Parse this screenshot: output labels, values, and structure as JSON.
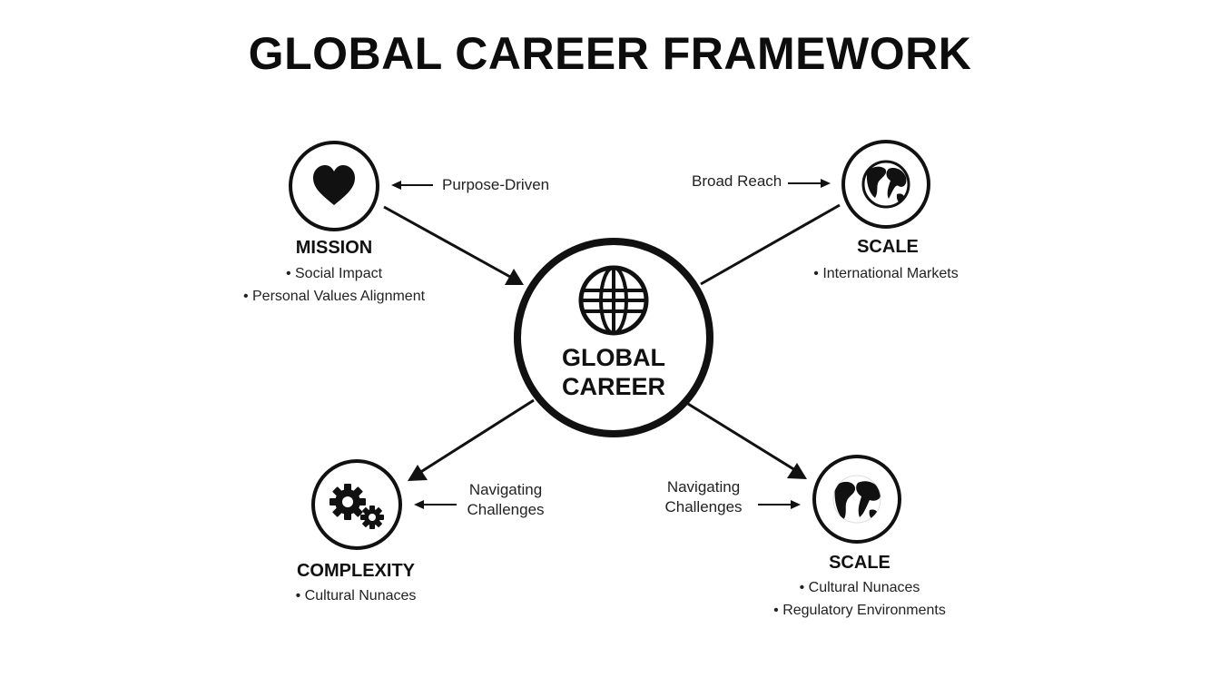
{
  "title": "GLOBAL CAREER FRAMEWORK",
  "center": {
    "line1": "GLOBAL",
    "line2": "CAREER",
    "icon": "globe-icon"
  },
  "nodes": {
    "mission": {
      "icon": "heart-icon",
      "heading": "MISSION",
      "arrow_label": "Purpose-Driven",
      "bullets": [
        "Social Impact",
        "Personal Values Alignment"
      ]
    },
    "scale_top": {
      "icon": "earth-icon",
      "heading": "SCALE",
      "arrow_label": "Broad Reach",
      "bullets": [
        "International Markets"
      ]
    },
    "complexity": {
      "icon": "gears-icon",
      "heading": "COMPLEXITY",
      "arrow_label_line1": "Navigating",
      "arrow_label_line2": "Challenges",
      "bullets": [
        "Cultural Nunaces"
      ]
    },
    "scale_bottom": {
      "icon": "world-map-icon",
      "heading": "SCALE",
      "arrow_label_line1": "Navigating",
      "arrow_label_line2": "Challenges",
      "bullets": [
        "Cultural Nunaces",
        "Regulatory Environments"
      ]
    }
  },
  "colors": {
    "ink": "#111111",
    "background": "#ffffff",
    "text": "#222222"
  }
}
